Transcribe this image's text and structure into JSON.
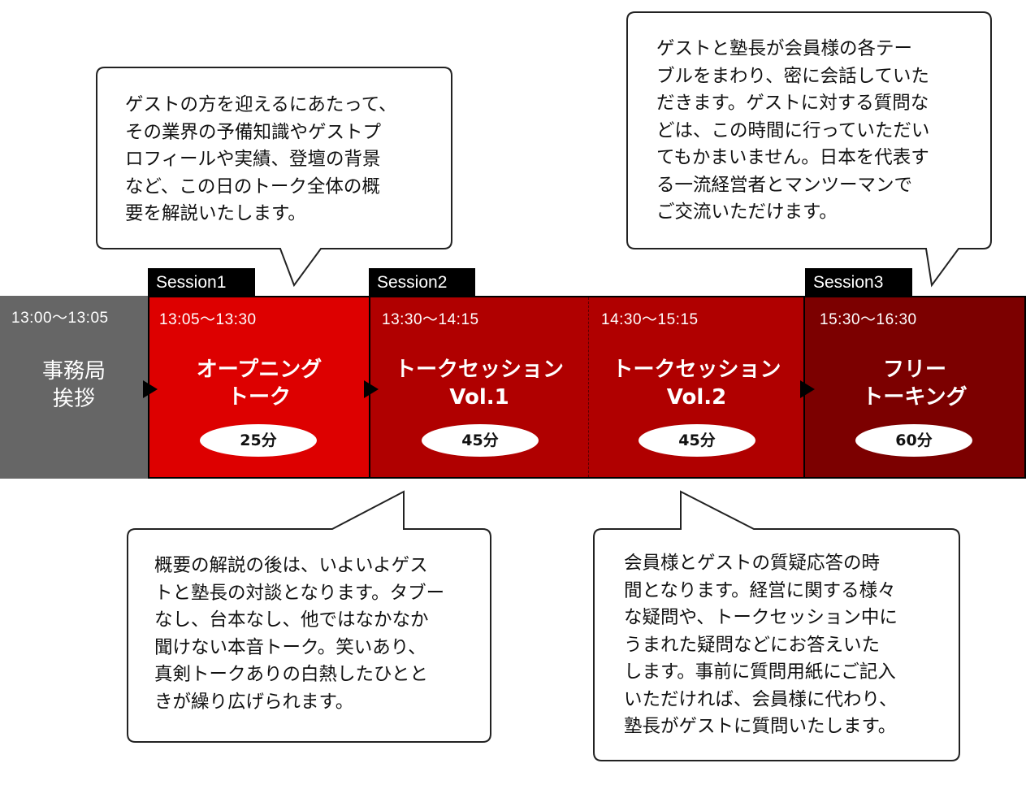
{
  "colors": {
    "gray": "#666666",
    "red1": "#dd0000",
    "red2": "#b50000",
    "red3": "#ad0000",
    "red4": "#7c0000"
  },
  "sessions": [
    {
      "label": "Session1"
    },
    {
      "label": "Session2"
    },
    {
      "label": "Session3"
    }
  ],
  "segments": [
    {
      "time": "13:00～13:05",
      "title": "事務局\n挨拶",
      "duration": ""
    },
    {
      "time": "13:05～13:30",
      "title": "オープニング\nトーク",
      "duration": "25分"
    },
    {
      "time": "13:30～14:15",
      "title": "トークセッション\nVol.1",
      "duration": "45分"
    },
    {
      "time": "14:30～15:15",
      "title": "トークセッション\nVol.2",
      "duration": "45分"
    },
    {
      "time": "15:30～16:30",
      "title": "フリー\nトーキング",
      "duration": "60分"
    }
  ],
  "bubbles": {
    "opening": "ゲストの方を迎えるにあたって、\nその業界の予備知識やゲストプ\nロフィールや実績、登壇の背景\nなど、この日のトーク全体の概\n要を解説いたします。",
    "free": "ゲストと塾長が会員様の各テー\nブルをまわり、密に会話していた\nだきます。ゲストに対する質問な\nどは、この時間に行っていただい\nてもかまいません。日本を代表す\nる一流経営者とマンツーマンで\nご交流いただけます。",
    "vol1": "概要の解説の後は、いよいよゲス\nトと塾長の対談となります。タブー\nなし、台本なし、他ではなかなか\n聞けない本音トーク。笑いあり、\n真剣トークありの白熱したひとと\nきが繰り広げられます。",
    "vol2": "会員様とゲストの質疑応答の時\n間となります。経営に関する様々\nな疑問や、トークセッション中に\nうまれた疑問などにお答えいた\nします。事前に質問用紙にご記入\nいただければ、会員様に代わり、\n塾長がゲストに質問いたします。"
  }
}
